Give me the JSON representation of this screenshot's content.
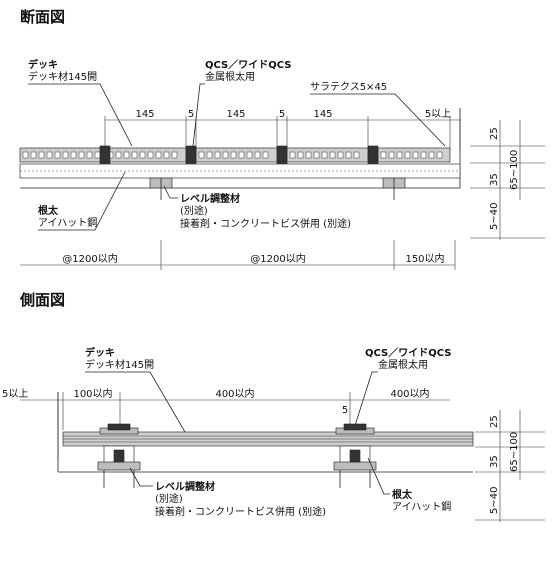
{
  "section_view": {
    "title": "断面図",
    "deck_label": "デッキ",
    "deck_spec": "デッキ材145開",
    "qcs_label": "QCS／ワイドQCS",
    "qcs_spec": "金属根太用",
    "screw_label": "サラテクス5×45",
    "joist_label": "根太",
    "joist_spec": "アイハット鋼",
    "leveler_label": "レベル調整材",
    "leveler_note": "(別途)",
    "leveler_spec": "接着剤・コンクリートビス併用 (別途)",
    "dims": {
      "width_1": "145",
      "gap_1": "5",
      "width_2": "145",
      "gap_2": "5",
      "width_3": "145",
      "edge": "5以上",
      "spacing_1": "@1200以内",
      "spacing_2": "@1200以内",
      "end": "150以内",
      "h_deck": "25",
      "h_joist": "35",
      "h_level": "5~40",
      "h_total": "65~100"
    }
  },
  "side_view": {
    "title": "側面図",
    "deck_label": "デッキ",
    "deck_spec": "デッキ材145開",
    "qcs_label": "QCS／ワイドQCS",
    "qcs_spec": "金属根太用",
    "leveler_label": "レベル調整材",
    "leveler_note": "(別途)",
    "leveler_spec": "接着剤・コンクリートビス併用 (別途)",
    "joist_label": "根太",
    "joist_spec": "アイハット鋼",
    "dims": {
      "edge": "5以上",
      "overhang": "100以内",
      "span_1": "400以内",
      "span_2": "400以内",
      "gap": "5",
      "h_deck": "25",
      "h_joist": "35",
      "h_level": "5~40",
      "h_total": "65~100"
    }
  }
}
